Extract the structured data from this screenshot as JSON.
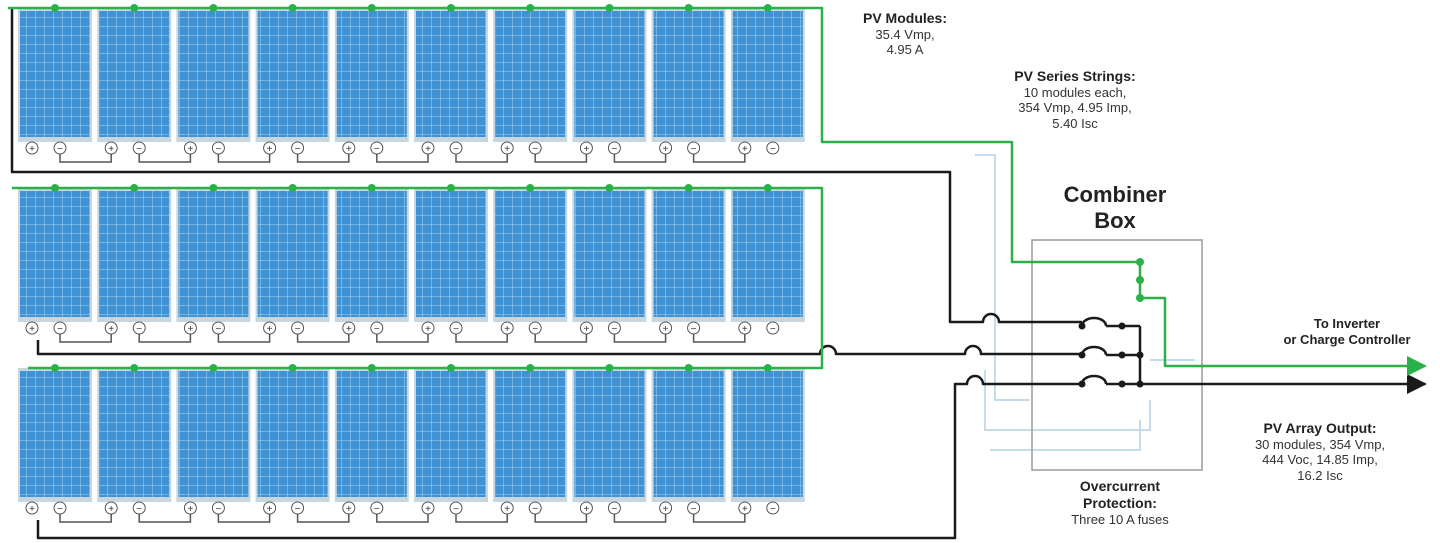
{
  "pv_modules": {
    "title": "PV Modules:",
    "spec": "35.4 Vmp,\n4.95 A"
  },
  "pv_strings": {
    "title": "PV Series Strings:",
    "spec": "10 modules each,\n354 Vmp, 4.95 Imp,\n5.40 Isc"
  },
  "combiner": {
    "line1": "Combiner",
    "line2": "Box"
  },
  "inverter": {
    "text": "To Inverter\nor Charge Controller"
  },
  "array_output": {
    "title": "PV Array Output:",
    "spec": "30 modules, 354 Vmp,\n444 Voc, 14.85 Imp,\n16.2 Isc"
  },
  "protection": {
    "title": "Overcurrent\nProtection:",
    "spec": "Three 10 A fuses"
  },
  "terminal_symbols": {
    "positive": "+",
    "negative": "−"
  },
  "layout": {
    "rows": 3,
    "modules_per_row": 10
  },
  "colors": {
    "panel": "#3f93d4",
    "panel_grid": "#9fd0f2",
    "frame": "#c8d6e0",
    "positive_wire": "#2bb04a",
    "negative_wire": "#1a1a1a",
    "ground_wire": "#c6dcea"
  }
}
